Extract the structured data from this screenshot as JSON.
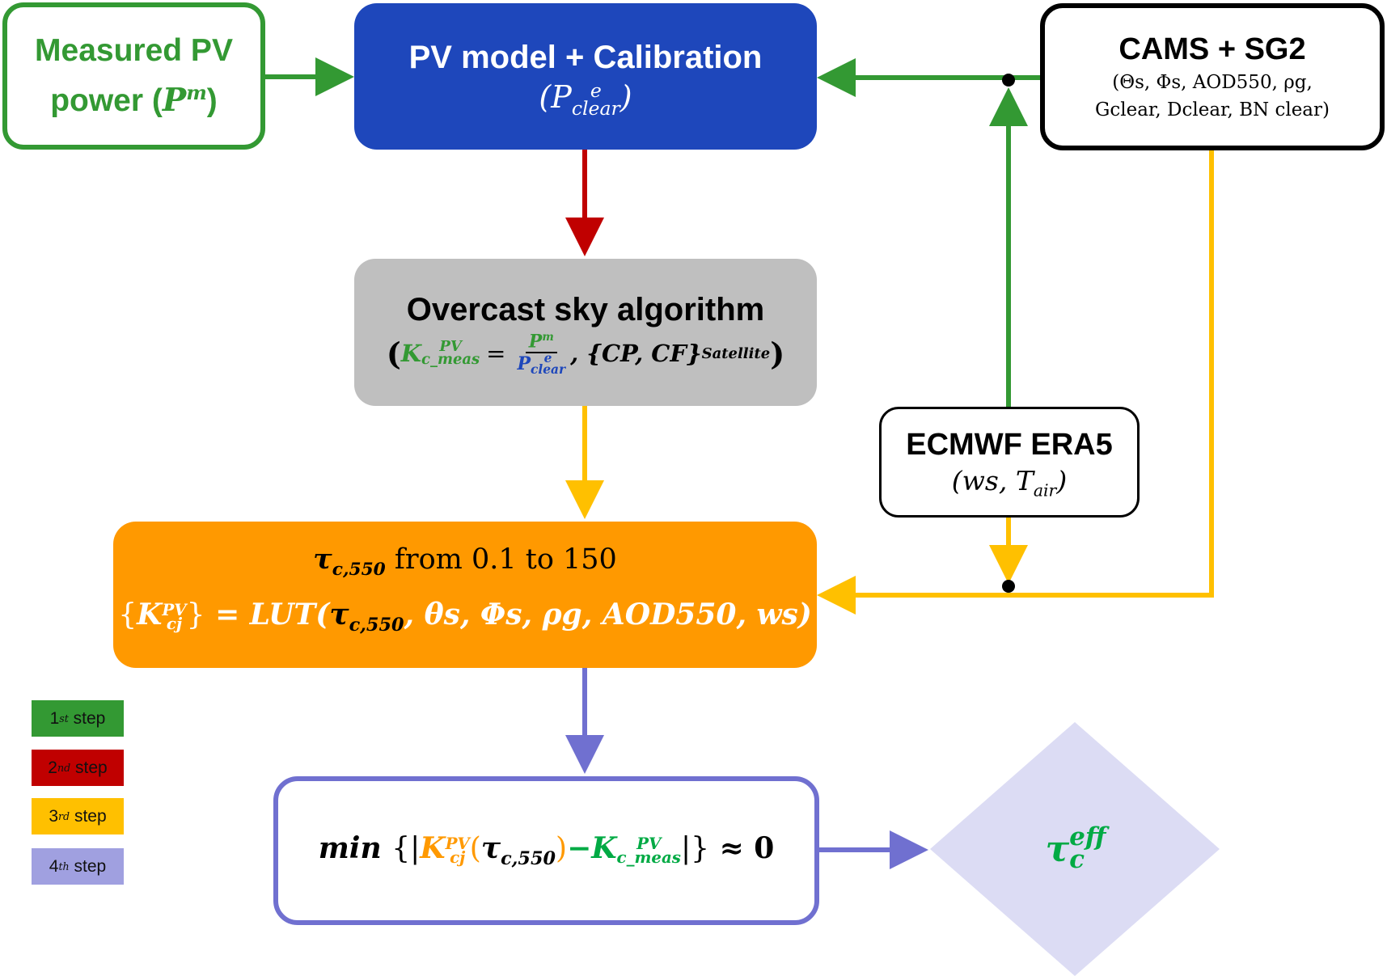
{
  "colors": {
    "step1_green": "#339933",
    "step2_red": "#c00000",
    "step3_yellow": "#ffc000",
    "step4_purple": "#7070d0",
    "pv_model_blue": "#1e47bb",
    "overcast_gray": "#bfbfbf",
    "lut_orange": "#ff9900",
    "diamond_fill": "#dcdcf4",
    "result_green": "#00aa44"
  },
  "nodes": {
    "measured_pv": {
      "title_line1": "Measured PV",
      "title_line2": "power (",
      "symbol": "P",
      "symbol_sup": "m",
      "close": ")"
    },
    "pv_model": {
      "title": "PV model + Calibration",
      "symbol": "P",
      "symbol_sup": "e",
      "symbol_sub": "clear"
    },
    "cams_sg2": {
      "title": "CAMS + SG2",
      "params_line1": "(Θs, Φs, AOD550, ρg,",
      "params_line2": "Gclear, Dclear, BN clear)"
    },
    "overcast": {
      "title": "Overcast sky algorithm",
      "k_symbol": "K",
      "k_sup": "PV",
      "k_sub": "c_meas",
      "eq": "=",
      "num": "P",
      "num_sup": "m",
      "den": "P",
      "den_sup": "e",
      "den_sub": "clear",
      "rest": ", {CP, CF}",
      "rest_sup": "Satellite"
    },
    "ecmwf": {
      "title": "ECMWF ERA5",
      "params": "ws, T",
      "params_sub": "air"
    },
    "lut": {
      "line1_symbol": "τ",
      "line1_sub": "c,550",
      "line1_text": " from 0.1 to 150",
      "line2_k": "K",
      "line2_k_sup": "PV",
      "line2_k_sub": "cj",
      "line2_func": " = LUT(",
      "line2_tau": "τ",
      "line2_tau_sub": "c,550",
      "line2_args": ", θs, Φs, ρg, AOD550, ws)"
    },
    "minimization": {
      "prefix": "min",
      "k1": "K",
      "k1_sup": "PV",
      "k1_sub": "cj",
      "tau": "τ",
      "tau_sub": "c,550",
      "minus": "−",
      "k2": "K",
      "k2_sup": "PV",
      "k2_sub": "c_meas",
      "suffix": "≈ 0"
    },
    "result": {
      "symbol": "τ",
      "sub": "c",
      "sup": "eff"
    }
  },
  "legend": [
    {
      "num": "1",
      "sup": "st",
      "label": "step",
      "color": "#339933"
    },
    {
      "num": "2",
      "sup": "nd",
      "label": "step",
      "color": "#c00000"
    },
    {
      "num": "3",
      "sup": "rd",
      "label": "step",
      "color": "#ffc000"
    },
    {
      "num": "4",
      "sup": "th",
      "label": "step",
      "color": "#a0a0e0"
    }
  ]
}
